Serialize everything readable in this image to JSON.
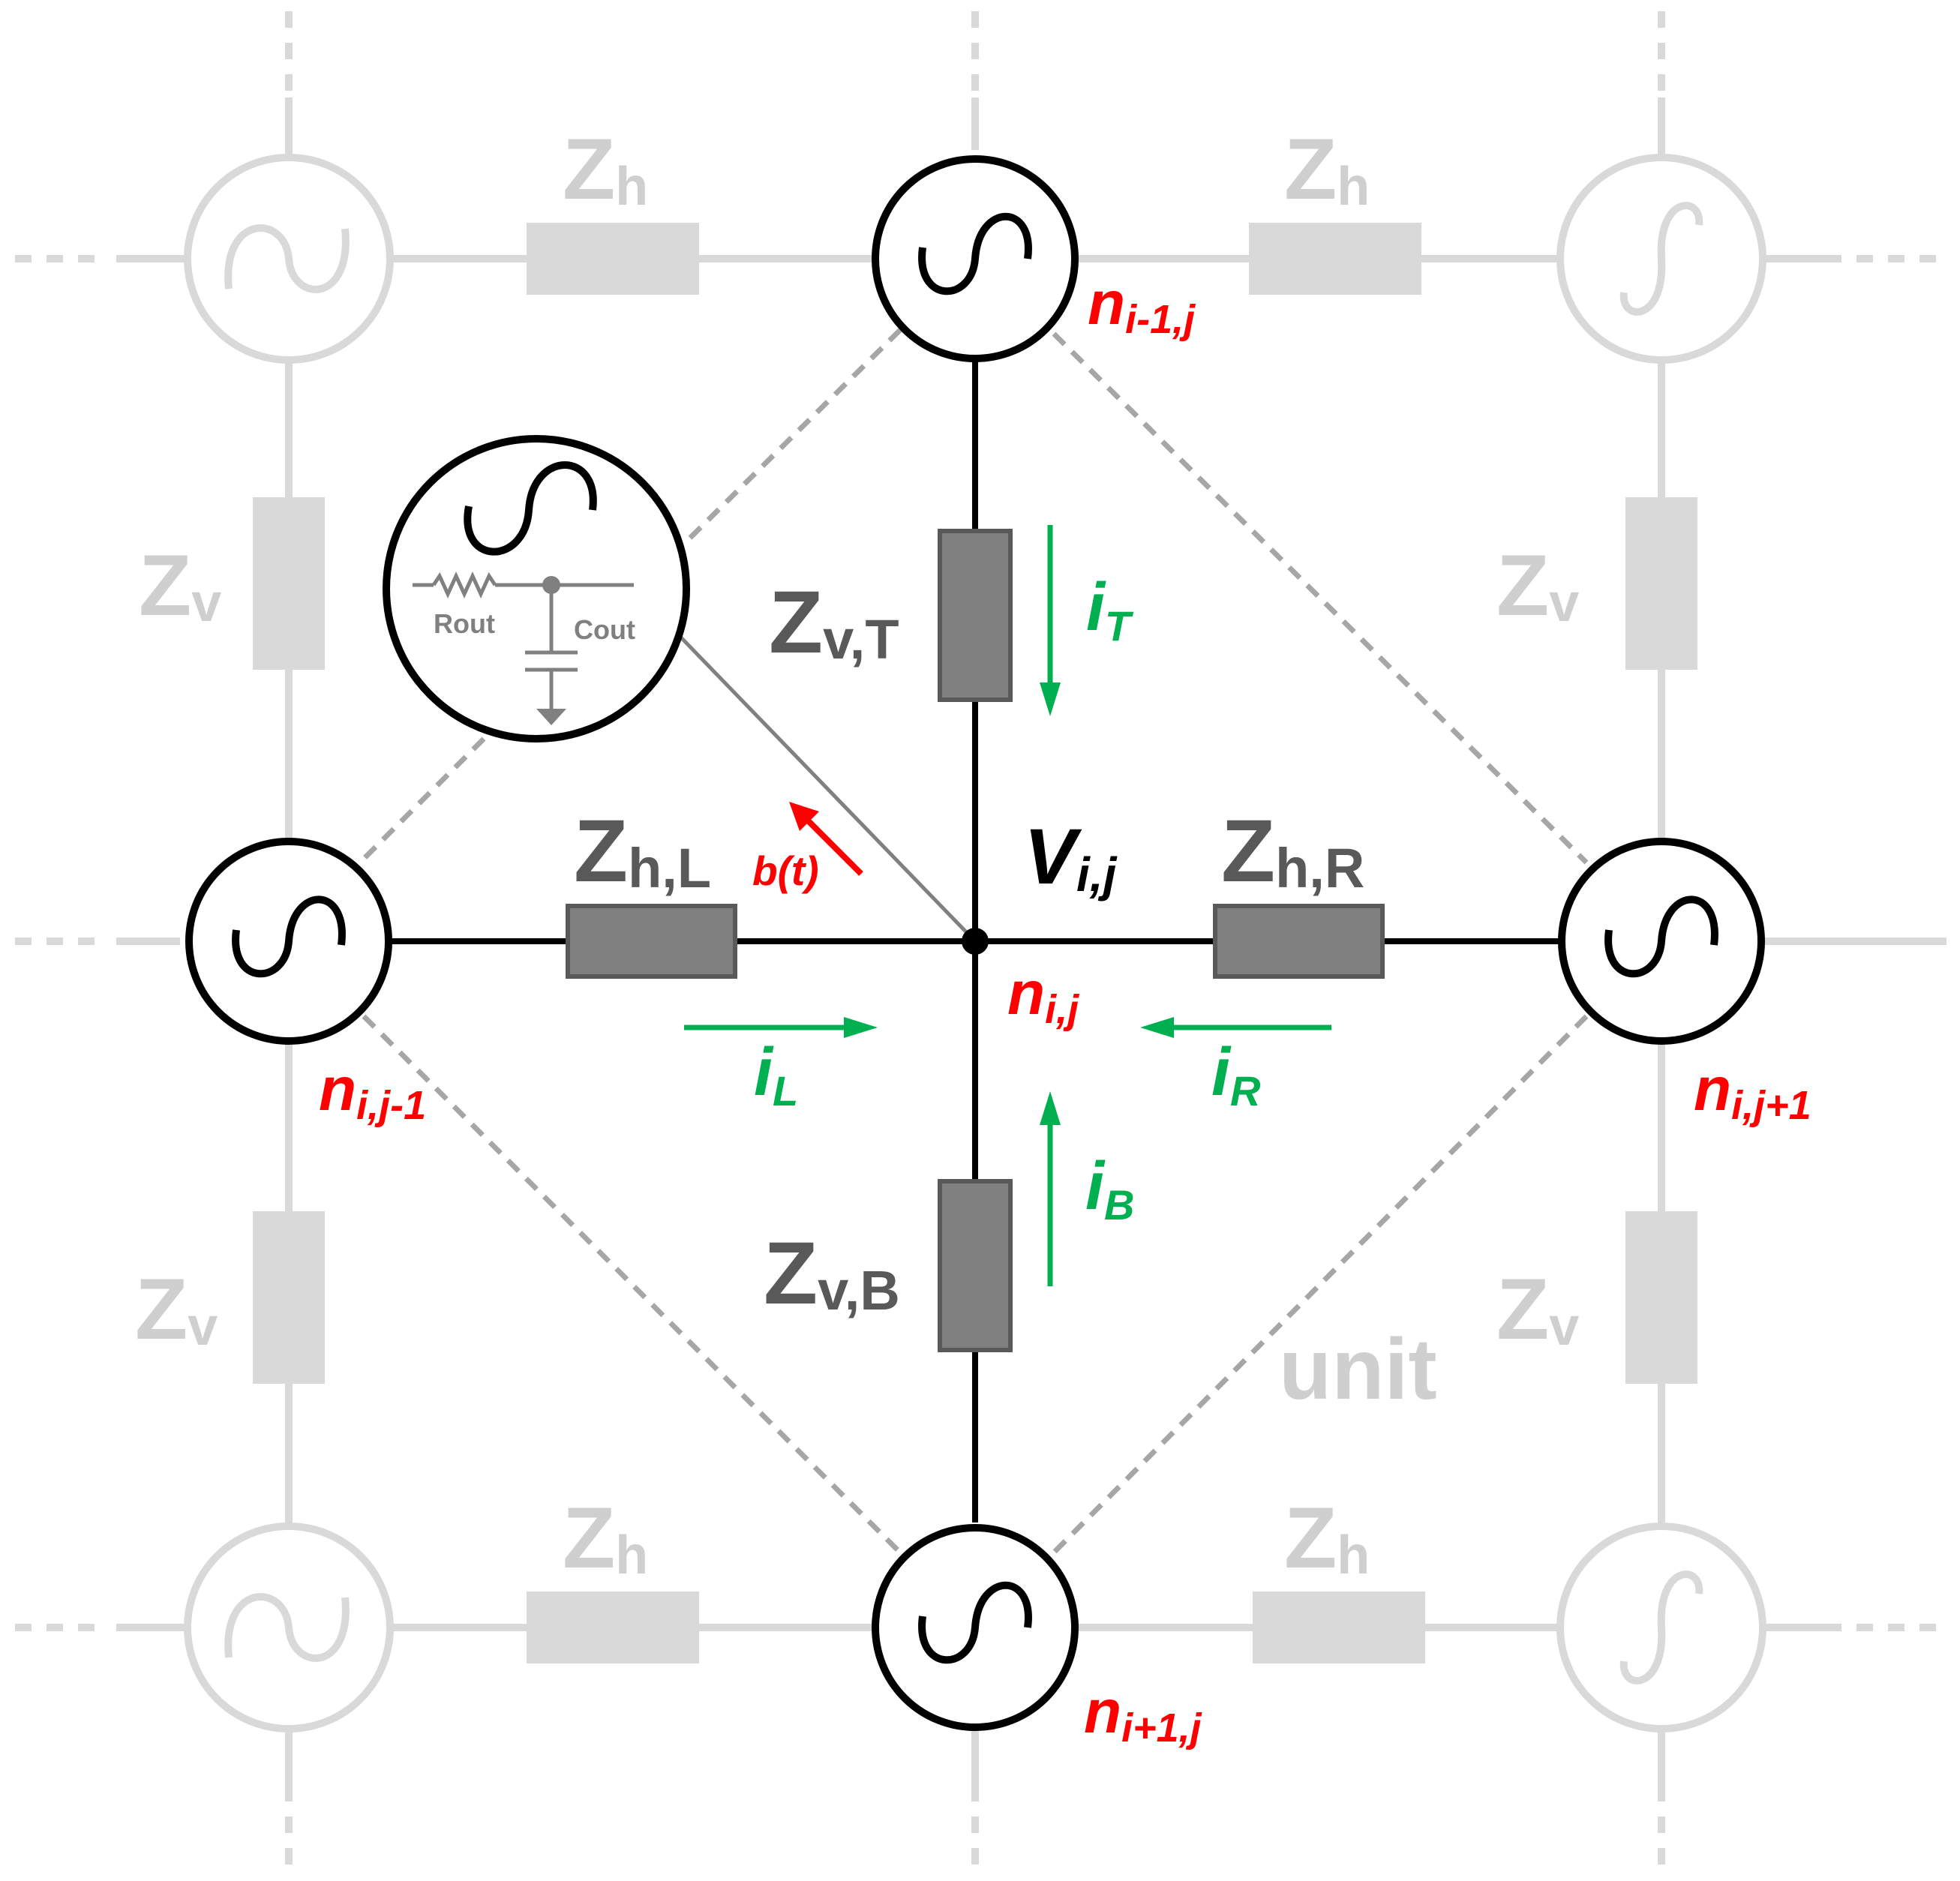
{
  "colors": {
    "grid_light": "#d9d9d9",
    "grid_text": "#cfcfcf",
    "active": "#000000",
    "impedance_fill": "#808080",
    "impedance_stroke": "#595959",
    "impedance_text": "#595959",
    "dashed_unit": "#a6a6a6",
    "node_label": "#ff0000",
    "current": "#00b050",
    "noise": "#ff0000",
    "inset_wire": "#808080"
  },
  "background_labels": {
    "zh": {
      "main": "Z",
      "sub": "h"
    },
    "zv": {
      "main": "Z",
      "sub": "v"
    },
    "unit": "unit"
  },
  "impedances": {
    "top": {
      "main": "Z",
      "sub": "v,T"
    },
    "bottom": {
      "main": "Z",
      "sub": "v,B"
    },
    "left": {
      "main": "Z",
      "sub": "h,L"
    },
    "right": {
      "main": "Z",
      "sub": "h,R"
    }
  },
  "nodes": {
    "center": {
      "main": "n",
      "sub": "i,j"
    },
    "top": {
      "main": "n",
      "sub": "i-1,j"
    },
    "bottom": {
      "main": "n",
      "sub": "i+1,j"
    },
    "left": {
      "main": "n",
      "sub": "i,j-1"
    },
    "right": {
      "main": "n",
      "sub": "i,j+1"
    }
  },
  "center_voltage": {
    "main": "V",
    "sub": "i,j"
  },
  "currents": {
    "top": {
      "main": "i",
      "sub": "T"
    },
    "bottom": {
      "main": "i",
      "sub": "B"
    },
    "left": {
      "main": "i",
      "sub": "L"
    },
    "right": {
      "main": "i",
      "sub": "R"
    }
  },
  "noise_label": "b(t)",
  "inset": {
    "resistor_label": "Rout",
    "capacitor_label": "Cout"
  }
}
